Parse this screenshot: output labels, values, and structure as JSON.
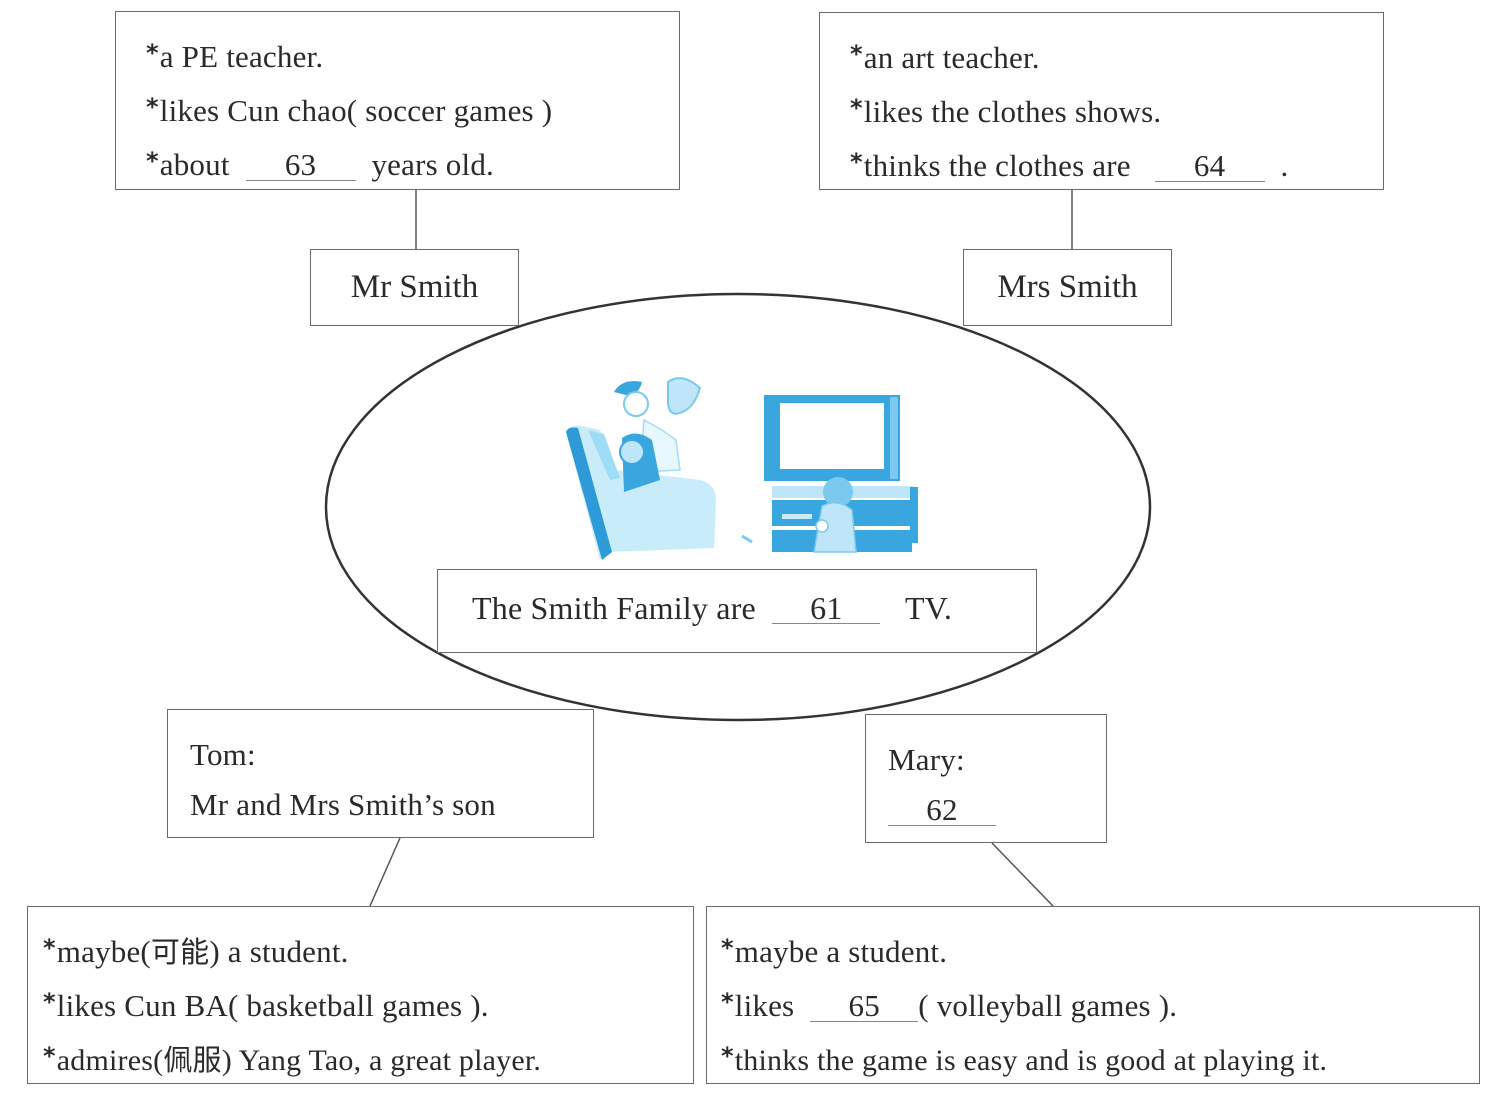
{
  "center": {
    "text_before": "The Smith Family are",
    "blank": "61",
    "text_after": "TV."
  },
  "mr_smith": {
    "name": "Mr Smith",
    "facts": [
      {
        "text": "a PE teacher."
      },
      {
        "text": "likes Cun chao( soccer games )"
      },
      {
        "before": "about",
        "blank": "63",
        "after": "years old."
      }
    ]
  },
  "mrs_smith": {
    "name": "Mrs Smith",
    "facts": [
      {
        "text": "an art teacher."
      },
      {
        "text": "likes the clothes shows."
      },
      {
        "before": "thinks the clothes are",
        "blank": "64",
        "after": "."
      }
    ]
  },
  "tom": {
    "label": "Tom:",
    "desc": "Mr and Mrs Smith’s son",
    "facts": [
      {
        "before": "maybe(",
        "cn": "可能",
        "after": ") a student."
      },
      {
        "text": "likes Cun BA( basketball games )."
      },
      {
        "before": "admires(",
        "cn": "佩服",
        "after": ") Yang Tao, a great player."
      }
    ]
  },
  "mary": {
    "label": "Mary:",
    "blank": "62",
    "facts": [
      {
        "text": "maybe a student."
      },
      {
        "before": "likes",
        "blank": "65",
        "after": "( volleyball games )."
      },
      {
        "text": "thinks the game is easy and is good at playing it."
      }
    ]
  },
  "illustration": {
    "description": "family-watching-tv",
    "color": "#3aa6e0"
  },
  "bullet": "*"
}
